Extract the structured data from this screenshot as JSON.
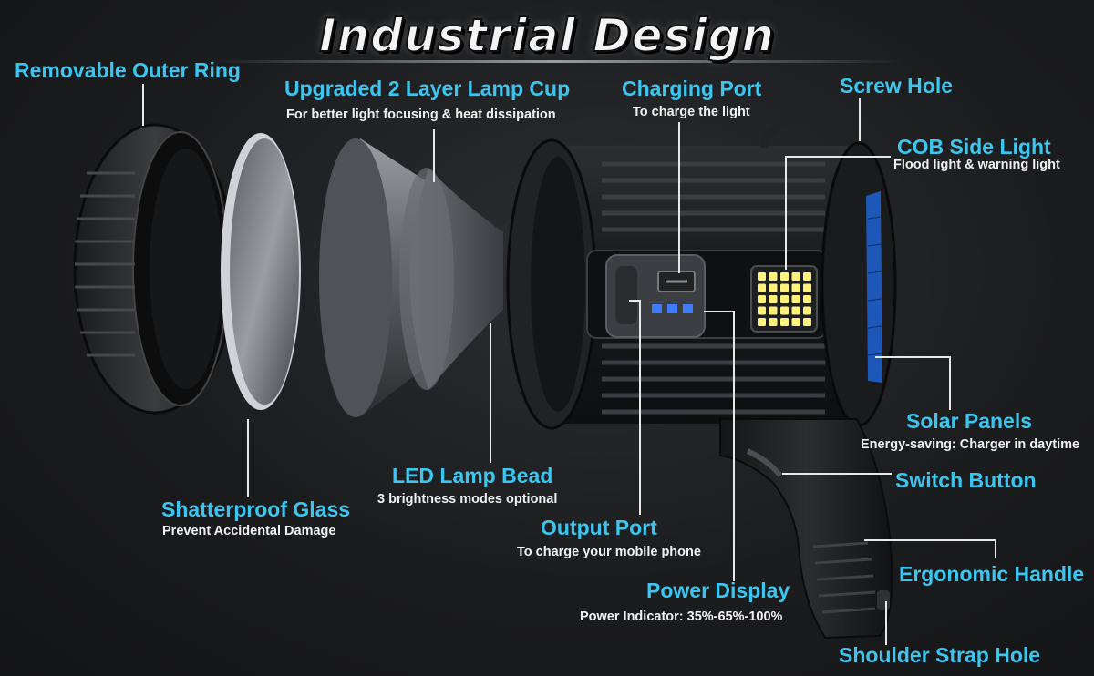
{
  "title": "Industrial Design",
  "labels": {
    "outer_ring": "Removable Outer Ring",
    "lamp_cup": "Upgraded 2 Layer Lamp Cup",
    "lamp_cup_sub": "For better light focusing & heat dissipation",
    "charging_port": "Charging Port",
    "charging_port_sub": "To charge the light",
    "screw_hole": "Screw Hole",
    "cob_light": "COB Side Light",
    "cob_light_sub": "Flood light & warning light",
    "solar": "Solar Panels",
    "solar_sub": "Energy-saving: Charger in daytime",
    "switch": "Switch Button",
    "handle": "Ergonomic Handle",
    "strap": "Shoulder Strap Hole",
    "power_display": "Power Display",
    "power_display_sub": "Power Indicator: 35%-65%-100%",
    "output_port": "Output Port",
    "output_port_sub": "To charge your mobile phone",
    "led_bead": "LED Lamp Bead",
    "led_bead_sub": "3 brightness modes optional",
    "glass": "Shatterproof Glass",
    "glass_sub": "Prevent Accidental Damage"
  },
  "colors": {
    "label": "#3cc6ef",
    "subtext": "#f1f1f1",
    "led": "#fff27a",
    "indicator": "#3f7bff",
    "solar": "#1d58b8"
  }
}
